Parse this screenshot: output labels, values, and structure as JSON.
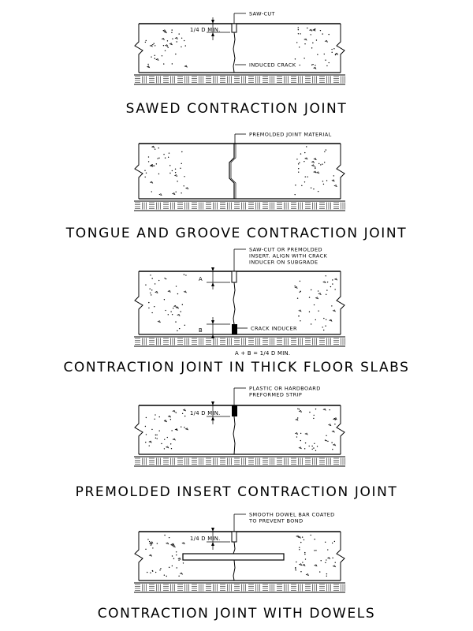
{
  "panels": [
    {
      "caption": "SAWED CONTRACTION JOINT",
      "labels": {
        "top": "SAW-CUT",
        "dim": "1/4 D MIN.",
        "bottom": "INDUCED CRACK"
      }
    },
    {
      "caption": "TONGUE AND GROOVE CONTRACTION JOINT",
      "labels": {
        "top": "PREMOLDED JOINT MATERIAL"
      }
    },
    {
      "caption": "CONTRACTION JOINT IN THICK FLOOR SLABS",
      "labels": {
        "top_line1": "SAW-CUT OR PREMOLDED",
        "top_line2": "INSERT. ALIGN WITH CRACK",
        "top_line3": "INDUCER ON SUBGRADE",
        "dim_a": "A",
        "dim_b": "B",
        "inducer": "CRACK INDUCER",
        "formula": "A + B = 1/4 D MIN."
      }
    },
    {
      "caption": "PREMOLDED INSERT CONTRACTION JOINT",
      "labels": {
        "top_line1": "PLASTIC OR HARDBOARD",
        "top_line2": "PREFORMED STRIP",
        "dim": "1/4 D MIN."
      }
    },
    {
      "caption": "CONTRACTION JOINT WITH DOWELS",
      "labels": {
        "top_line1": "SMOOTH DOWEL BAR COATED",
        "top_line2": "TO PREVENT BOND",
        "dim": "1/4 D MIN."
      }
    }
  ]
}
